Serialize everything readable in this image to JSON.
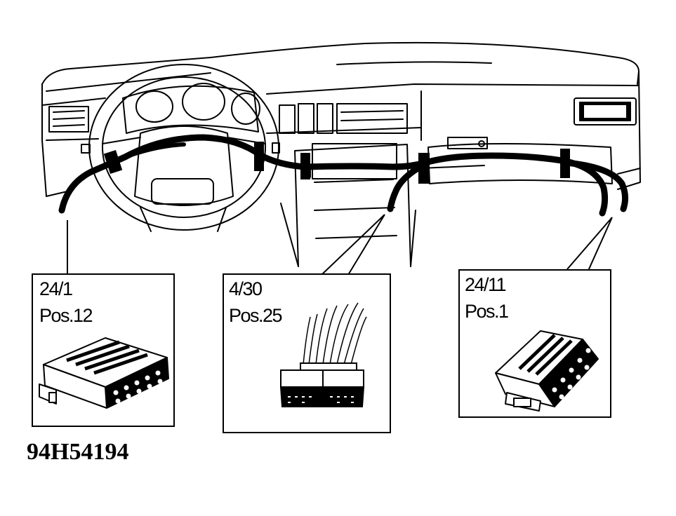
{
  "figure_code": "94H54194",
  "colors": {
    "ink": "#000000",
    "paper": "#ffffff"
  },
  "callouts": [
    {
      "connector": "24/1",
      "position": "Pos.12"
    },
    {
      "connector": "4/30",
      "position": "Pos.25"
    },
    {
      "connector": "24/11",
      "position": "Pos.1"
    }
  ]
}
